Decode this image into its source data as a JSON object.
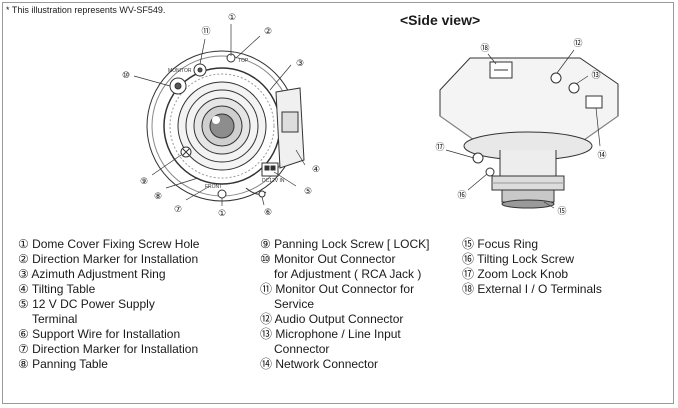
{
  "note": "* This illustration represents WV-SF549.",
  "side_view_label": "<Side view>",
  "front_callouts": [
    "①",
    "②",
    "③",
    "④",
    "⑤",
    "⑥",
    "⑦",
    "⑧",
    "⑨",
    "⑩",
    "⑪"
  ],
  "side_callouts": [
    "⑫",
    "⑬",
    "⑭",
    "⑮",
    "⑯",
    "⑰",
    "⑱"
  ],
  "part_labels": {
    "monitor": "MONITOR",
    "front": "FRONT",
    "top": "TOP",
    "dcin": "DC12V IN"
  },
  "legend": {
    "col1": [
      "① Dome Cover Fixing Screw Hole",
      "② Direction Marker for Installation",
      "③ Azimuth Adjustment Ring",
      "④ Tilting Table",
      "⑤ 12 V DC Power Supply",
      "Terminal",
      "⑥ Support Wire for Installation",
      "⑦ Direction Marker for Installation",
      "⑧ Panning Table"
    ],
    "col2": [
      "⑨ Panning Lock Screw [ LOCK]",
      "⑩ Monitor Out Connector",
      "for Adjustment ( RCA Jack )",
      "⑪ Monitor Out Connector for",
      "Service",
      "⑫ Audio Output Connector",
      "⑬ Microphone / Line Input",
      "Connector",
      "⑭ Network Connector"
    ],
    "col3": [
      "⑮ Focus Ring",
      "⑯ Tilting Lock Screw",
      "⑰ Zoom Lock Knob",
      "⑱ External I / O Terminals"
    ]
  }
}
